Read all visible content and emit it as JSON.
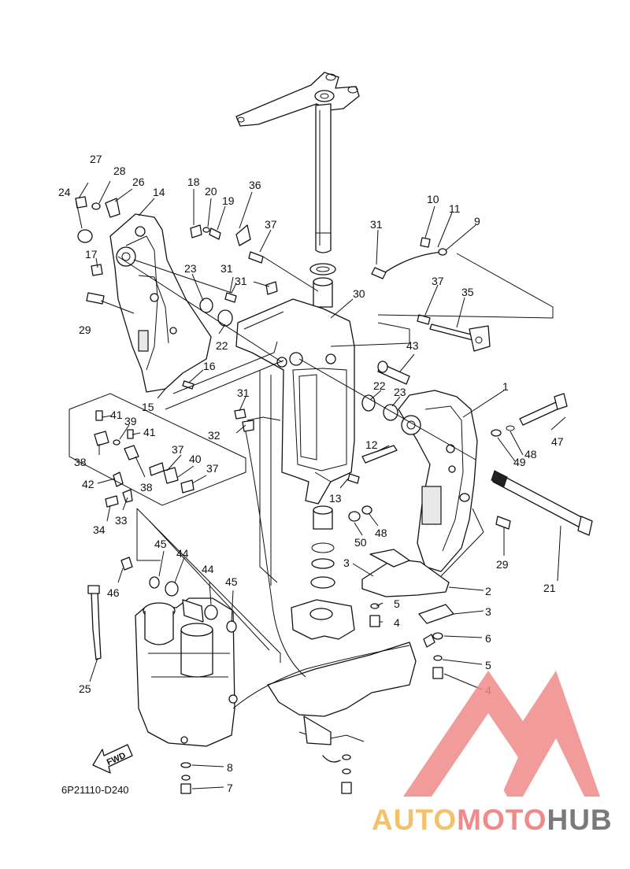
{
  "diagram": {
    "code": "6P21110-D240",
    "fwd_label": "FWD",
    "callouts": [
      {
        "id": "c27",
        "text": "27"
      },
      {
        "id": "c28",
        "text": "28"
      },
      {
        "id": "c26",
        "text": "26"
      },
      {
        "id": "c24",
        "text": "24"
      },
      {
        "id": "c14",
        "text": "14"
      },
      {
        "id": "c18",
        "text": "18"
      },
      {
        "id": "c20",
        "text": "20"
      },
      {
        "id": "c19",
        "text": "19"
      },
      {
        "id": "c36",
        "text": "36"
      },
      {
        "id": "c37a",
        "text": "37"
      },
      {
        "id": "c17",
        "text": "17"
      },
      {
        "id": "c23a",
        "text": "23"
      },
      {
        "id": "c31a",
        "text": "31"
      },
      {
        "id": "c31b",
        "text": "31"
      },
      {
        "id": "c29a",
        "text": "29"
      },
      {
        "id": "c22a",
        "text": "22"
      },
      {
        "id": "c30",
        "text": "30"
      },
      {
        "id": "c16",
        "text": "16"
      },
      {
        "id": "c15",
        "text": "15"
      },
      {
        "id": "c31c",
        "text": "31"
      },
      {
        "id": "c10",
        "text": "10"
      },
      {
        "id": "c11",
        "text": "11"
      },
      {
        "id": "c9",
        "text": "9"
      },
      {
        "id": "c31d",
        "text": "31"
      },
      {
        "id": "c37b",
        "text": "37"
      },
      {
        "id": "c35",
        "text": "35"
      },
      {
        "id": "c43",
        "text": "43"
      },
      {
        "id": "c1",
        "text": "1"
      },
      {
        "id": "c22b",
        "text": "22"
      },
      {
        "id": "c23b",
        "text": "23"
      },
      {
        "id": "c47",
        "text": "47"
      },
      {
        "id": "c48a",
        "text": "48"
      },
      {
        "id": "c49",
        "text": "49"
      },
      {
        "id": "c41a",
        "text": "41"
      },
      {
        "id": "c39",
        "text": "39"
      },
      {
        "id": "c41b",
        "text": "41"
      },
      {
        "id": "c38a",
        "text": "38"
      },
      {
        "id": "c32",
        "text": "32"
      },
      {
        "id": "c37c",
        "text": "37"
      },
      {
        "id": "c40",
        "text": "40"
      },
      {
        "id": "c37d",
        "text": "37"
      },
      {
        "id": "c38b",
        "text": "38"
      },
      {
        "id": "c42",
        "text": "42"
      },
      {
        "id": "c34",
        "text": "34"
      },
      {
        "id": "c33",
        "text": "33"
      },
      {
        "id": "c12",
        "text": "12"
      },
      {
        "id": "c13",
        "text": "13"
      },
      {
        "id": "c48b",
        "text": "48"
      },
      {
        "id": "c50",
        "text": "50"
      },
      {
        "id": "c29b",
        "text": "29"
      },
      {
        "id": "c21",
        "text": "21"
      },
      {
        "id": "c45a",
        "text": "45"
      },
      {
        "id": "c44a",
        "text": "44"
      },
      {
        "id": "c46",
        "text": "46"
      },
      {
        "id": "c44b",
        "text": "44"
      },
      {
        "id": "c45b",
        "text": "45"
      },
      {
        "id": "c3a",
        "text": "3"
      },
      {
        "id": "c2",
        "text": "2"
      },
      {
        "id": "c3b",
        "text": "3"
      },
      {
        "id": "c5a",
        "text": "5"
      },
      {
        "id": "c4a",
        "text": "4"
      },
      {
        "id": "c6",
        "text": "6"
      },
      {
        "id": "c5b",
        "text": "5"
      },
      {
        "id": "c4b",
        "text": "4"
      },
      {
        "id": "c25",
        "text": "25"
      },
      {
        "id": "c8",
        "text": "8"
      },
      {
        "id": "c7",
        "text": "7"
      }
    ]
  },
  "watermark": {
    "part1": "AUTO",
    "part2": "MOTO",
    "part3": "HUB",
    "color1": "#f2c26b",
    "color2": "#f08a8a",
    "color3": "#7a7a7a"
  }
}
